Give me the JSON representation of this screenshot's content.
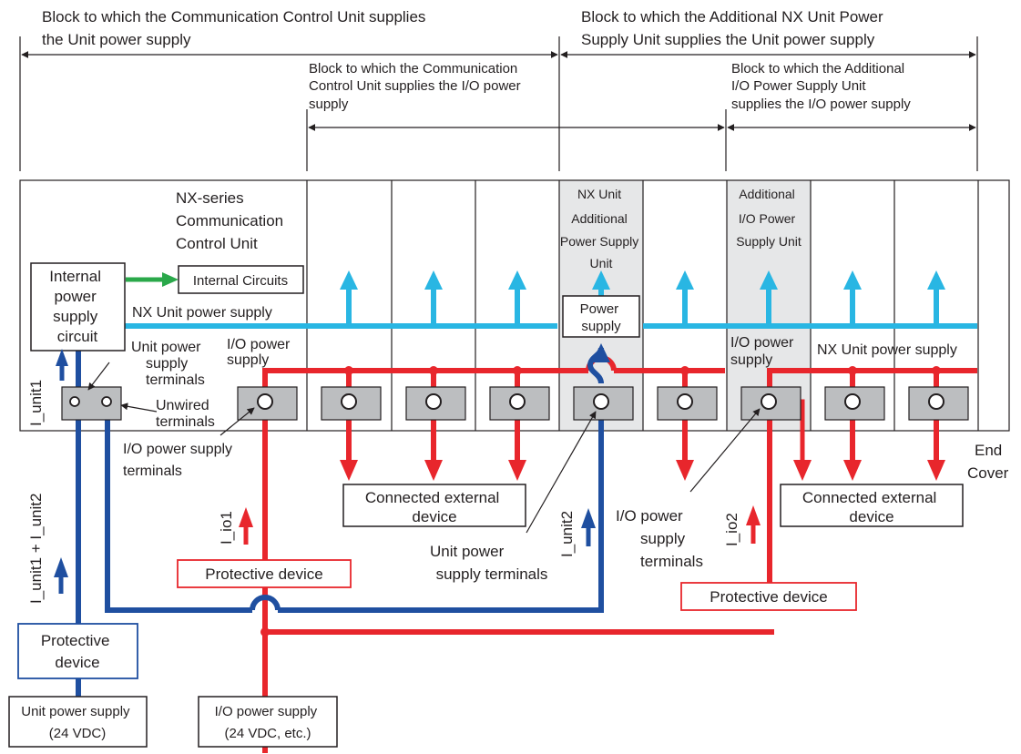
{
  "top_labels": {
    "cu_unit_block": [
      "Block to which the Communication Control Unit supplies",
      "the Unit power supply"
    ],
    "add_unit_block": [
      "Block to which the Additional NX Unit Power",
      "Supply Unit supplies the Unit power supply"
    ],
    "cu_io_block": [
      "Block to which the Communication",
      "Control Unit supplies the I/O power",
      "supply"
    ],
    "add_io_block": [
      "Block to which the Additional",
      "I/O Power Supply Unit",
      "supplies the I/O power supply"
    ]
  },
  "units": {
    "comm_control": [
      "NX-series",
      "Communication",
      "Control Unit"
    ],
    "nx_add_power": [
      "NX Unit",
      "Additional",
      "Power Supply",
      "Unit"
    ],
    "io_add_power": [
      "Additional",
      "I/O Power",
      "Supply Unit"
    ]
  },
  "boxes": {
    "internal_circuit": [
      "Internal",
      "power",
      "supply",
      "circuit"
    ],
    "internal_circuits": "Internal Circuits",
    "power_supply": [
      "Power",
      "supply"
    ],
    "connected_device_left": [
      "Connected external",
      "device"
    ],
    "connected_device_right": [
      "Connected external",
      "device"
    ],
    "protective_device_left": [
      "Protective",
      "device"
    ],
    "protective_device_mid": "Protective device",
    "protective_device_right": "Protective device",
    "unit_power_supply": [
      "Unit power supply",
      "(24 VDC)"
    ],
    "io_power_supply": [
      "I/O power supply",
      "(24 VDC, etc.)"
    ]
  },
  "labels": {
    "nx_unit_power_supply_left": "NX Unit power supply",
    "nx_unit_power_supply_right": "NX Unit power supply",
    "io_power_supply_left": [
      "I/O power",
      "supply"
    ],
    "io_power_supply_right": [
      "I/O power",
      "supply"
    ],
    "unit_power_supply_terminals_top": [
      "Unit power",
      "supply",
      "terminals"
    ],
    "unwired_terminals": [
      "Unwired",
      "terminals"
    ],
    "io_power_supply_terminals_left": [
      "I/O power supply",
      "terminals"
    ],
    "unit_power_supply_terminals_bottom": [
      "Unit power",
      "supply terminals"
    ],
    "io_power_supply_terminals_right": [
      "I/O power",
      "supply",
      "terminals"
    ],
    "end_cover": [
      "End",
      "Cover"
    ]
  },
  "currents": {
    "i_unit1": "I_unit1",
    "i_unit1_unit2": "I_unit1 + I_unit2",
    "i_io1": "I_io1",
    "i_unit2": "I_unit2",
    "i_io2": "I_io2"
  },
  "colors": {
    "nx_unit_power": "#29b6e3",
    "io_power": "#e8262c",
    "unit_power": "#1f4fa0",
    "internal": "#2aa84a",
    "slot_shade": "#e6e7e8",
    "terminal": "#bcbec0"
  }
}
